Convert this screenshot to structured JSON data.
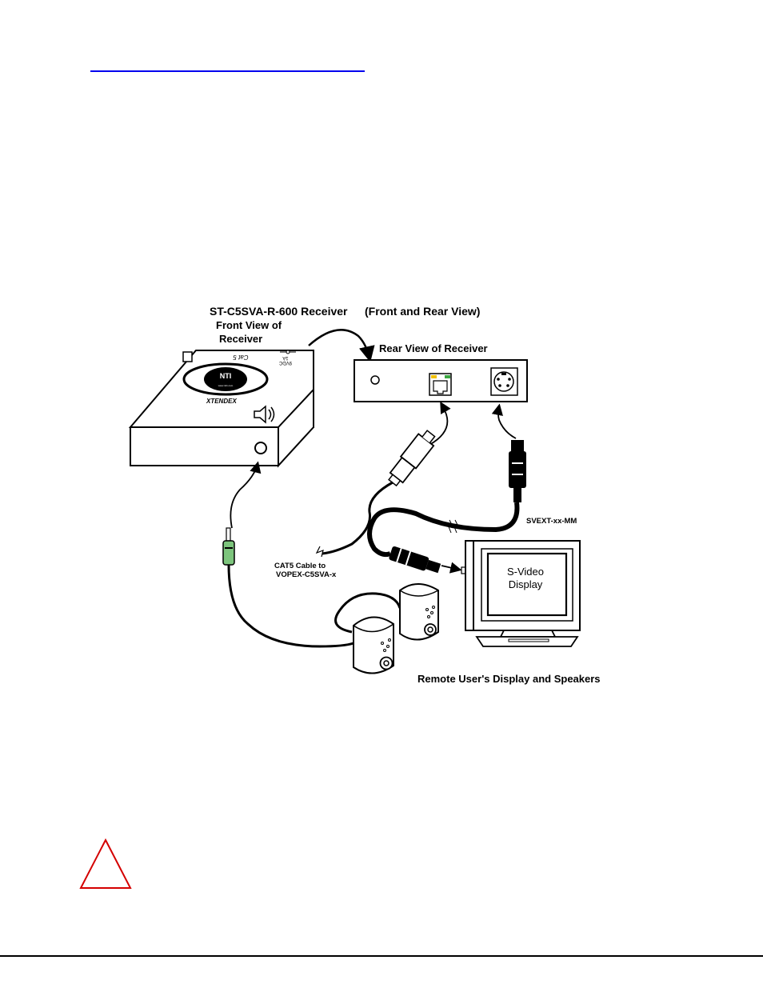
{
  "diagram": {
    "title": "ST-C5SVA-R-600 Receiver",
    "title_note": "(Front and Rear View)",
    "front_view_label_line1": "Front View of",
    "front_view_label_line2": "Receiver",
    "rear_view_label": "Rear View of Receiver",
    "front_panel": {
      "port_cat5": "Cat 5",
      "power_line1": "9VDC",
      "power_line2": "1A",
      "brand": "XTENDEX",
      "logo_text": "NTI",
      "logo_subtext": "www.nti1.com"
    },
    "svext_label": "SVEXT-xx-MM",
    "cat5_label_line1": "CAT5 Cable to",
    "cat5_label_line2": "VOPEX-C5SVA-x",
    "display_label_line1": "S-Video",
    "display_label_line2": "Display",
    "remote_label": "Remote User's Display and Speakers"
  },
  "colors": {
    "link": "#0000ee",
    "warning": "#d40000",
    "audio_jack": "#7dc57d"
  },
  "icons": [
    "warning-triangle-icon",
    "speaker-icon",
    "power-icon"
  ]
}
